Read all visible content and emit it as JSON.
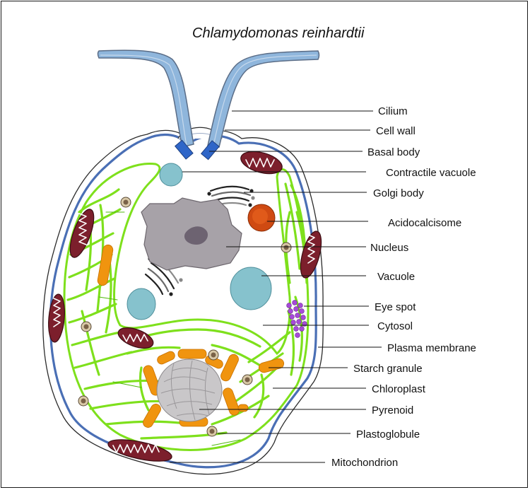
{
  "title": "Chlamydomonas reinhardtii",
  "labels": {
    "cilium": "Cilium",
    "cell_wall": "Cell wall",
    "basal_body": "Basal body",
    "contractile_vacuole": "Contractile vacuole",
    "golgi_body": "Golgi body",
    "acidocalcisome": "Acidocalcisome",
    "nucleus": "Nucleus",
    "vacuole": "Vacuole",
    "eye_spot": "Eye spot",
    "cytosol": "Cytosol",
    "plasma_membrane": "Plasma membrane",
    "starch_granule": "Starch granule",
    "chloroplast": "Chloroplast",
    "pyrenoid": "Pyrenoid",
    "plastoglobule": "Plastoglobule",
    "mitochondrion": "Mitochondrion"
  },
  "colors": {
    "cell_wall": "#4a6fb5",
    "cilium": "#8fb6dc",
    "basal_body": "#2f66c8",
    "chloroplast": "#7ee01c",
    "mitochondrion": "#7c1f2c",
    "starch": "#f0940f",
    "vacuole": "#86c2cd",
    "nucleus": "#a7a2a8",
    "nucleolus": "#6d6371",
    "acidocalcisome": "#cf4a12",
    "eye_spot": "#a64ad8",
    "pyrenoid": "#c9c7c9"
  }
}
